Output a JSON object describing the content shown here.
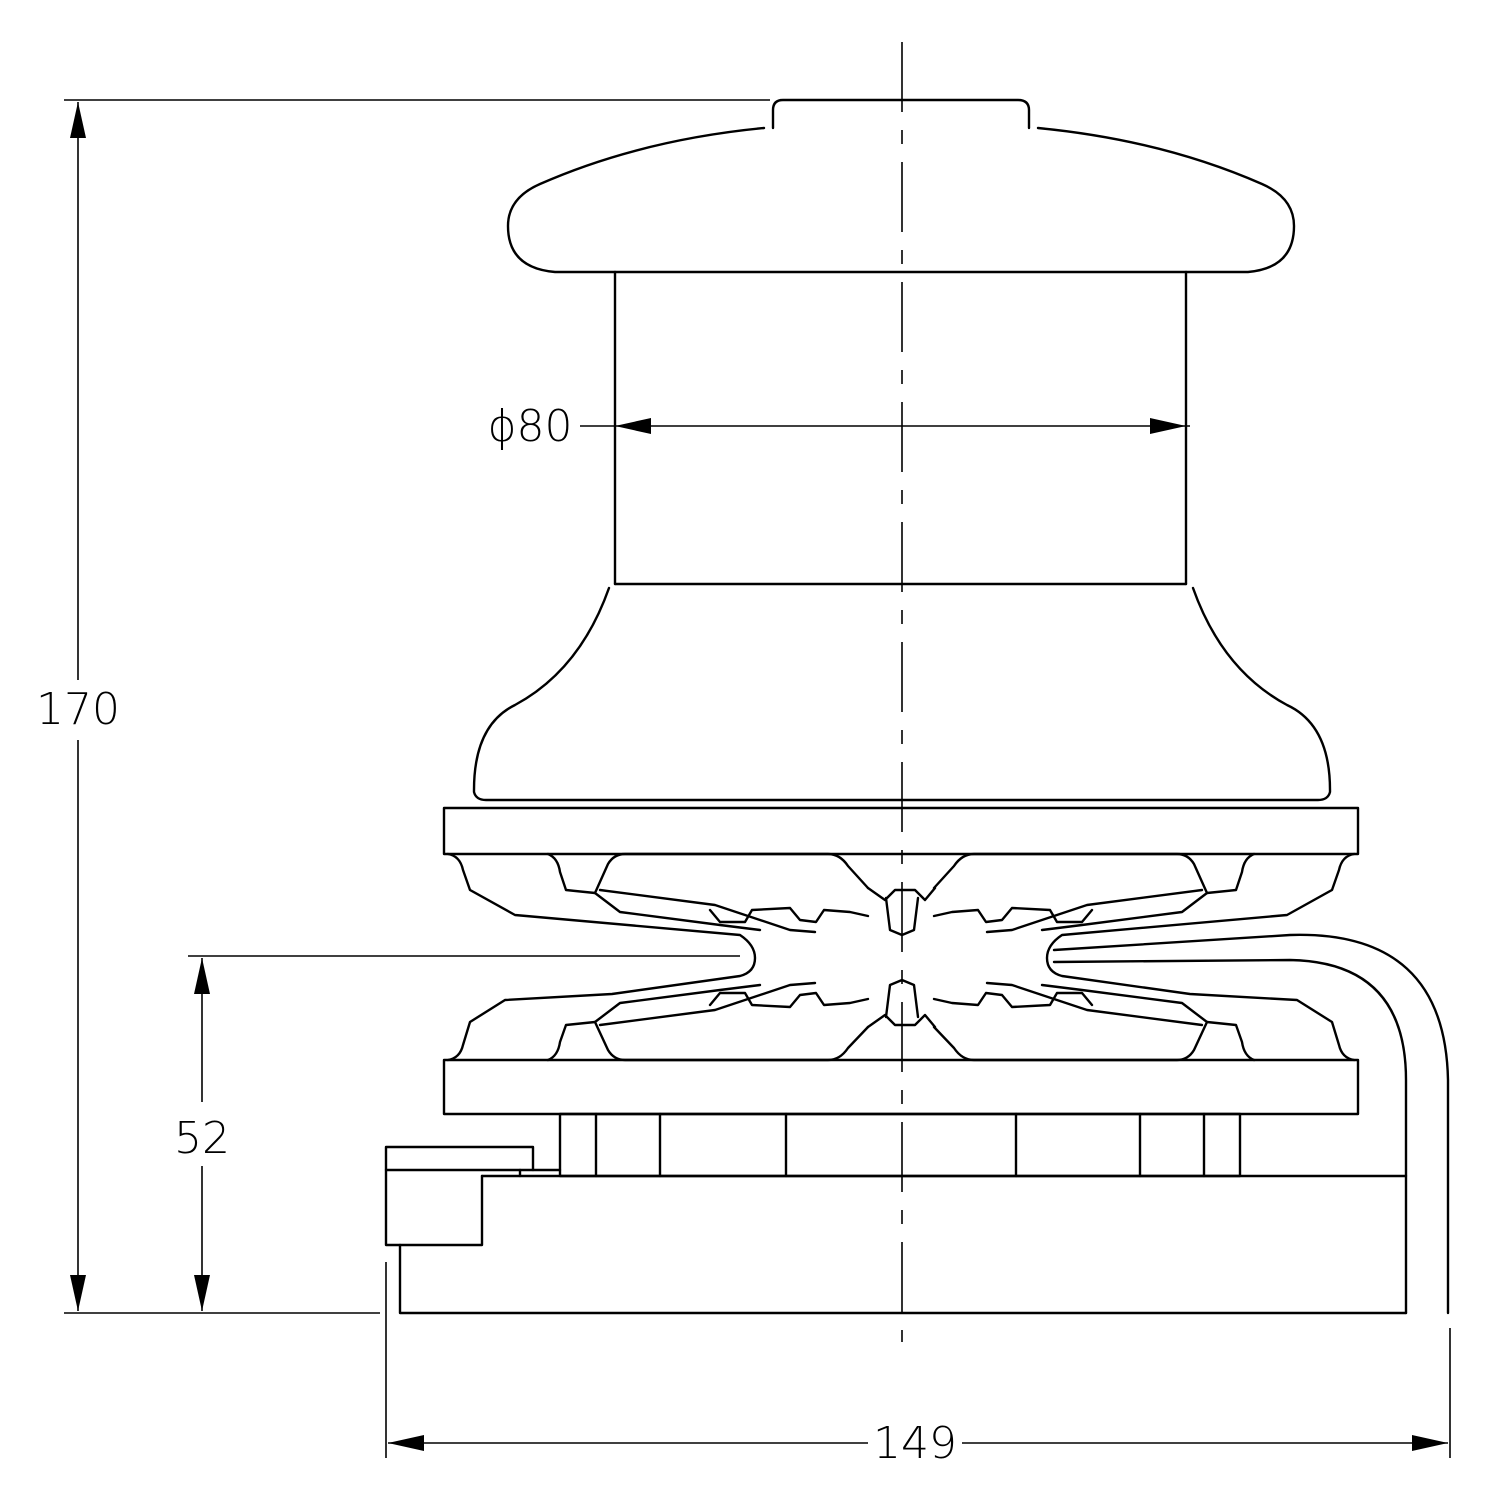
{
  "drawing": {
    "subject": "winch",
    "stroke_color": "#000000",
    "background_color": "#ffffff"
  },
  "dimensions": {
    "height_total": "170",
    "drum_diameter": "ϕ80",
    "base_height": "52",
    "base_width": "149"
  }
}
